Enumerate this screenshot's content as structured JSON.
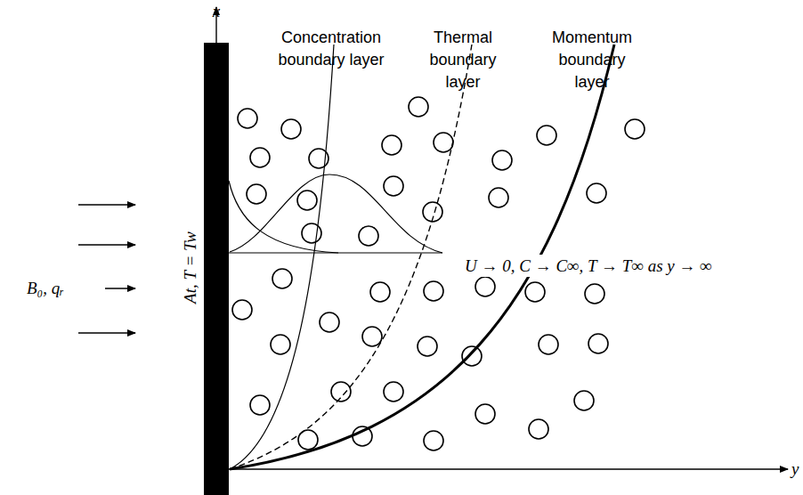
{
  "diagram": {
    "labels": [
      "x",
      "Concentration boundary layer",
      "Thermal boundary layer",
      "Momentum boundary layer",
      "At, T = Tw",
      "B₀, qᵣ",
      "U → 0, C → C∞, T → T∞ as y → ∞",
      "y"
    ]
  }
}
